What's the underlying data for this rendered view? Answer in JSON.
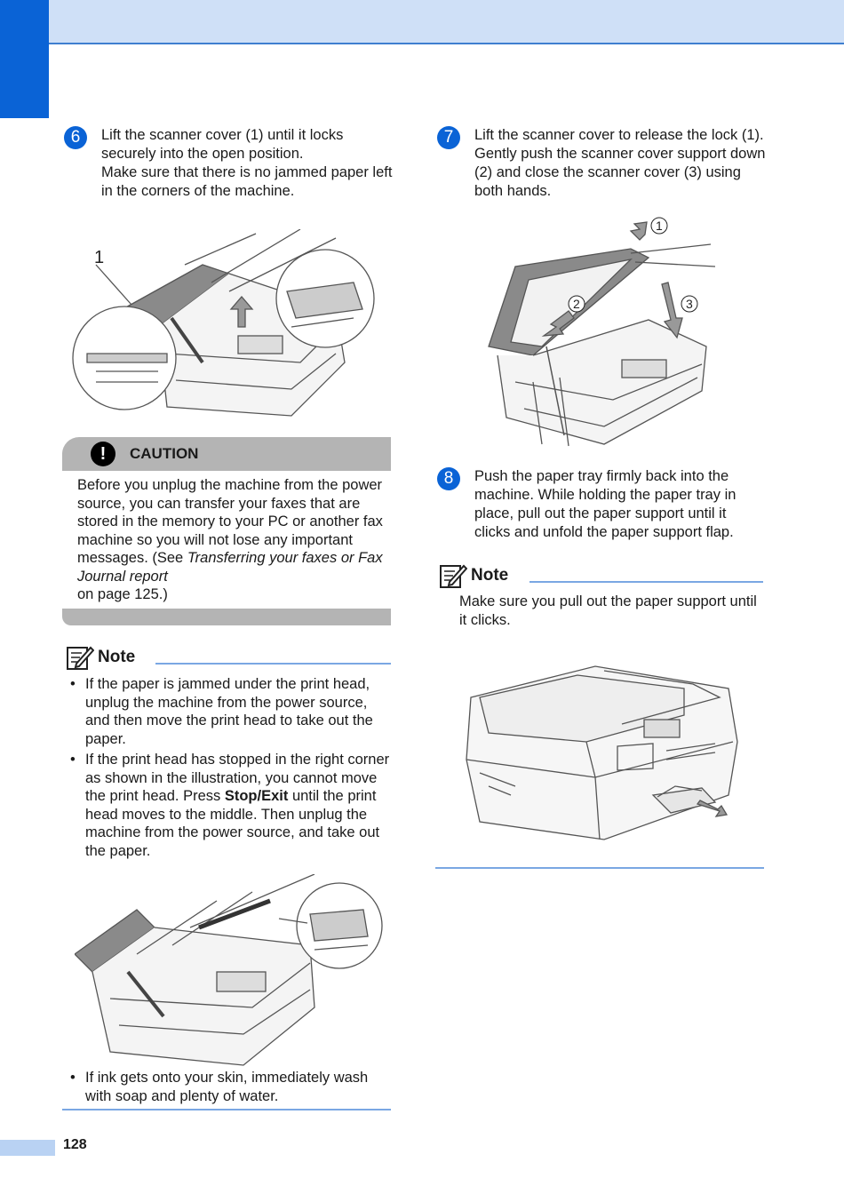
{
  "page": {
    "number": "128"
  },
  "step6": {
    "badge": "6",
    "line1": "Lift the scanner cover (1) until it locks securely into the open position.",
    "line2": "Make sure that there is no jammed paper left in the corners of the machine.",
    "callout": "1"
  },
  "caution": {
    "icon": "!",
    "title": "CAUTION",
    "text_before": "Before you unplug the machine from the power source, you can transfer your faxes that are stored in the memory to your PC or another fax machine so you will not lose any important messages. (See ",
    "link_text": "Transferring your faxes or Fax Journal report",
    "text_after": "on page 125.)"
  },
  "note_left": {
    "title": "Note",
    "bullet1": "If the paper is jammed under the print head, unplug the machine from the power source, and then move the print head to take out the paper.",
    "bullet2_before": "If the print head has stopped in the right corner as shown in the illustration, you cannot move the print head. Press ",
    "bullet2_bold": "Stop/Exit",
    "bullet2_after": " until the print head moves to the middle. Then unplug the machine from the power source, and take out the paper.",
    "bullet3": "If ink gets onto your skin, immediately wash with soap and plenty of water."
  },
  "step7": {
    "badge": "7",
    "text": "Lift the scanner cover to release the lock (1). Gently push the scanner cover support down (2) and close the scanner cover (3) using both hands.",
    "callout1": "1",
    "callout2": "2",
    "callout3": "3"
  },
  "step8": {
    "badge": "8",
    "text": "Push the paper tray firmly back into the machine. While holding the paper tray in place, pull out the paper support until it clicks and unfold the paper support flap."
  },
  "note_right": {
    "title": "Note",
    "text": "Make sure you pull out the paper support until it clicks."
  },
  "icons": {
    "caution": "exclamation-icon",
    "note": "pencil-note-icon"
  },
  "colors": {
    "accent": "#0a63d6",
    "band": "#cfe0f7",
    "rule": "#7aa7e3",
    "caution_bar": "#b4b4b4"
  }
}
